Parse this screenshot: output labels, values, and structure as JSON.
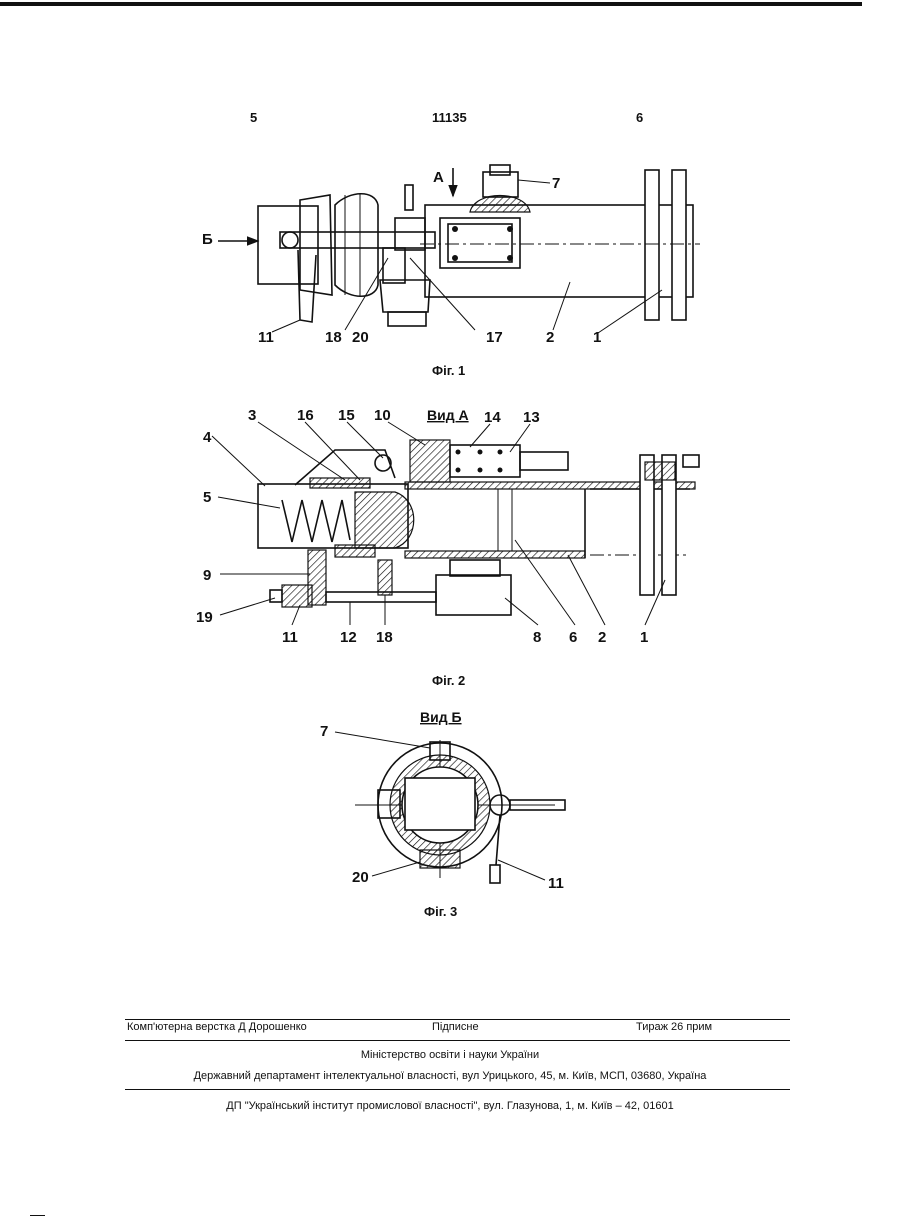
{
  "header": {
    "page_left": "5",
    "patent_number": "11135",
    "page_right": "6"
  },
  "figures": [
    {
      "caption": "Фіг. 1",
      "view_labels": [
        "А",
        "Б"
      ],
      "callouts": [
        "7",
        "11",
        "18",
        "20",
        "17",
        "2",
        "1"
      ]
    },
    {
      "caption": "Фіг. 2",
      "view_title": "Вид А",
      "callouts": [
        "3",
        "16",
        "15",
        "10",
        "14",
        "13",
        "4",
        "5",
        "9",
        "19",
        "11",
        "12",
        "18",
        "8",
        "6",
        "2",
        "1"
      ]
    },
    {
      "caption": "Фіг. 3",
      "view_title": "Вид Б",
      "callouts": [
        "7",
        "20",
        "11"
      ]
    }
  ],
  "footer": {
    "typesetting": "Комп'ютерна верстка Д Дорошенко",
    "signed": "Підписне",
    "circulation": "Тираж 26 прим",
    "ministry": "Міністерство освіти і науки України",
    "department": "Державний департамент інтелектуальної власності, вул Урицького, 45, м. Київ, МСП, 03680, Україна",
    "publisher": "ДП \"Український інститут промислової власності\", вул. Глазунова, 1, м. Київ – 42, 01601"
  }
}
